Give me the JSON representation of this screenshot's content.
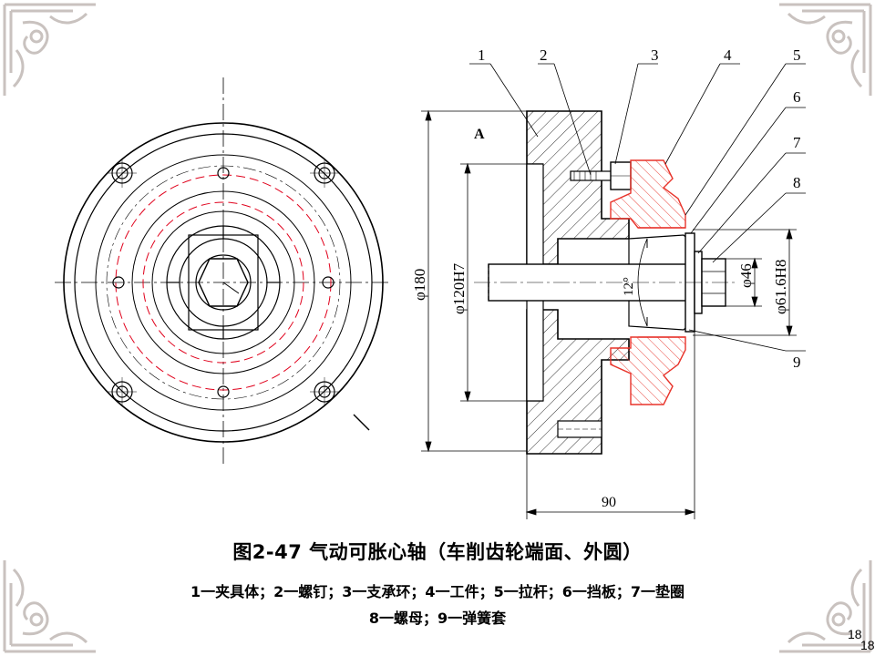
{
  "figure": {
    "title": "图2-47   气动可胀心轴（车削齿轮端面、外圆）",
    "legend_line1": "1一夹具体；2一螺钉；3一支承环；4一工件；5一拉杆；6一挡板；7一垫圈",
    "legend_line2": "8一螺母；9一弹簧套"
  },
  "part_numbers": [
    "1",
    "2",
    "3",
    "4",
    "5",
    "6",
    "7",
    "8",
    "9"
  ],
  "dimensions": {
    "d180": "φ180",
    "d120": "φ120H7",
    "d46": "φ46",
    "d61": "φ61.6H8",
    "len90": "90",
    "angle12": "12°",
    "section_mark": "A"
  },
  "page_number": "18",
  "page_number_shadow": "18",
  "colors": {
    "line": "#000000",
    "hidden_red": "#e0001b",
    "workpiece": "#e8332a",
    "ornament": "#c9c2bf"
  }
}
